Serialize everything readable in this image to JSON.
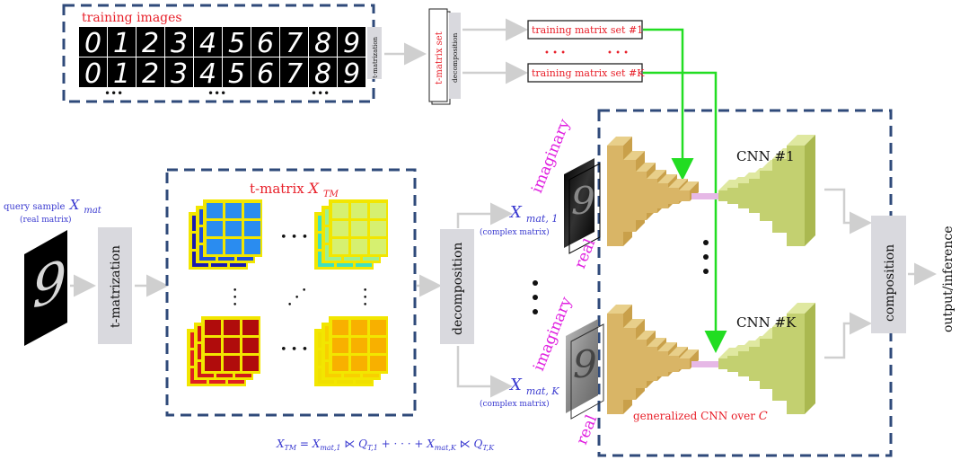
{
  "training": {
    "title": "training images",
    "row1_digits": [
      "0",
      "1",
      "2",
      "3",
      "4",
      "5",
      "6",
      "7",
      "8",
      "9"
    ],
    "row2_digits": [
      "0",
      "1",
      "2",
      "3",
      "4",
      "5",
      "6",
      "7",
      "8",
      "9"
    ],
    "dots": "•••",
    "tmatrization_label": "t-matrization"
  },
  "tmatrix_set": {
    "label": "t-matrix set",
    "decomposition_label": "decomposition"
  },
  "training_sets": {
    "first": "training matrix set #1",
    "dots": "•  •  •",
    "last": "training matrix set #K"
  },
  "query": {
    "label": "query sample",
    "var": "X",
    "var_sub": "mat",
    "sublabel": "(real matrix)",
    "digit": "9"
  },
  "tmatrization_box": "t-matrization",
  "tmatrix_box": {
    "title": "t-matrix ",
    "var": "X",
    "var_sub": "TM",
    "hdots": "• • •",
    "vdots": "•"
  },
  "decomposition_box": "decomposition",
  "outputs": {
    "first_var": "X",
    "first_sub": "mat, 1",
    "first_label": "(complex matrix)",
    "last_var": "X",
    "last_sub": "mat, K",
    "last_label": "(complex matrix)"
  },
  "slices": {
    "imaginary": "imaginary",
    "real": "real"
  },
  "cnn": {
    "first": "CNN #1",
    "last": "CNN #K",
    "generalized": "generalized CNN over "
  },
  "composition_box": "composition",
  "output_label": "output/inference",
  "formula": {
    "lhs": "X",
    "lhs_sub": "TM",
    "eq": " = ",
    "t1": "X",
    "t1_sub": "mat,1",
    "op1": " ⋉ ",
    "q1": "Q",
    "q1_sub": "T,1",
    "mid": "  + · · · +  ",
    "tk": "X",
    "tk_sub": "mat,K",
    "opk": " ⋉ ",
    "qk": "Q",
    "qk_sub": "T,K"
  },
  "colors": {
    "dash_box": "#2f4a7a",
    "arrow_gray": "#cfcfcf",
    "green": "#22dd22",
    "gray_box": "#d9d9de",
    "red_text": "#e8202a",
    "blue_text": "#3a3ad0",
    "magenta": "#e020e0"
  },
  "icons": [
    "mnist-digit-grid",
    "mnist-nine",
    "tensor-stack",
    "cnn-encoder-block",
    "cnn-decoder-block"
  ]
}
